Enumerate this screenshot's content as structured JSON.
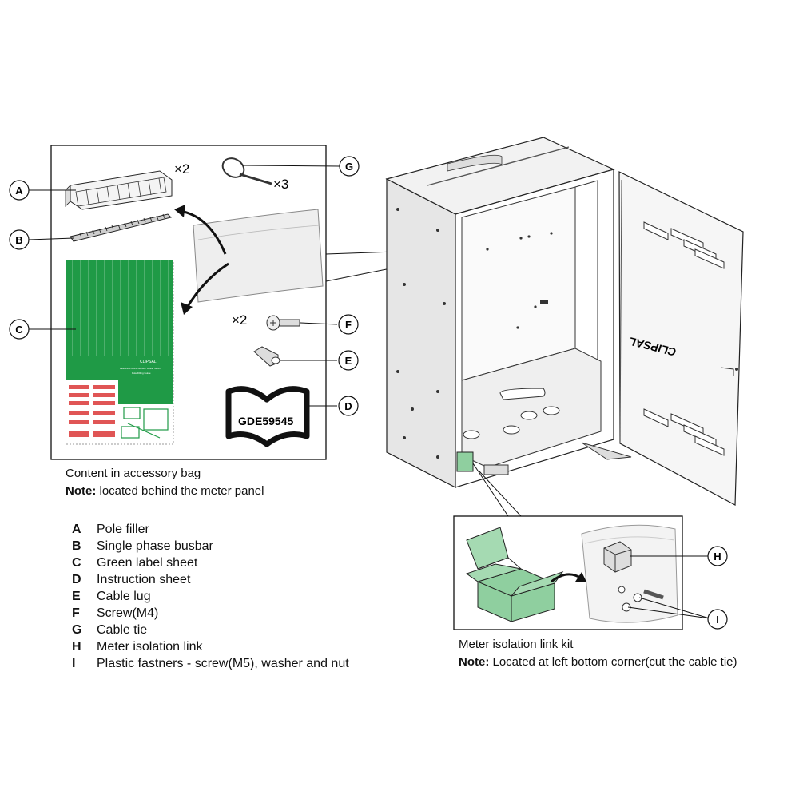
{
  "accessory_bag": {
    "caption": "Content in accessory bag",
    "note_label": "Note:",
    "note_text": " located behind the meter panel",
    "qty_pole_filler": "×2",
    "qty_cable_tie": "×3",
    "qty_screw": "×2",
    "instruction_code": "GDE59545"
  },
  "callouts": {
    "A": "A",
    "B": "B",
    "C": "C",
    "D": "D",
    "E": "E",
    "F": "F",
    "G": "G",
    "H": "H",
    "I": "I"
  },
  "label_sheet_text": [
    "CLIPSAL",
    "Residential Control Devices / Busbar Switch",
    "Pole Filling Guide"
  ],
  "legend": [
    {
      "key": "A",
      "text": "Pole filler"
    },
    {
      "key": "B",
      "text": "Single phase busbar"
    },
    {
      "key": "C",
      "text": "Green label sheet"
    },
    {
      "key": "D",
      "text": "Instruction sheet"
    },
    {
      "key": "E",
      "text": "Cable lug"
    },
    {
      "key": "F",
      "text": "Screw(M4)"
    },
    {
      "key": "G",
      "text": "Cable tie"
    },
    {
      "key": "H",
      "text": "Meter isolation link"
    },
    {
      "key": "I",
      "text": "Plastic fastners - screw(M5), washer and nut"
    }
  ],
  "meter_kit": {
    "caption": "Meter isolation link kit",
    "note_label": "Note:",
    "note_text": " Located at left bottom corner(cut the cable tie)"
  },
  "door_logo": "CLIPSAL",
  "colors": {
    "label_green": "#1f9a46",
    "box_green": "#8fcf9f",
    "line": "#111111"
  }
}
